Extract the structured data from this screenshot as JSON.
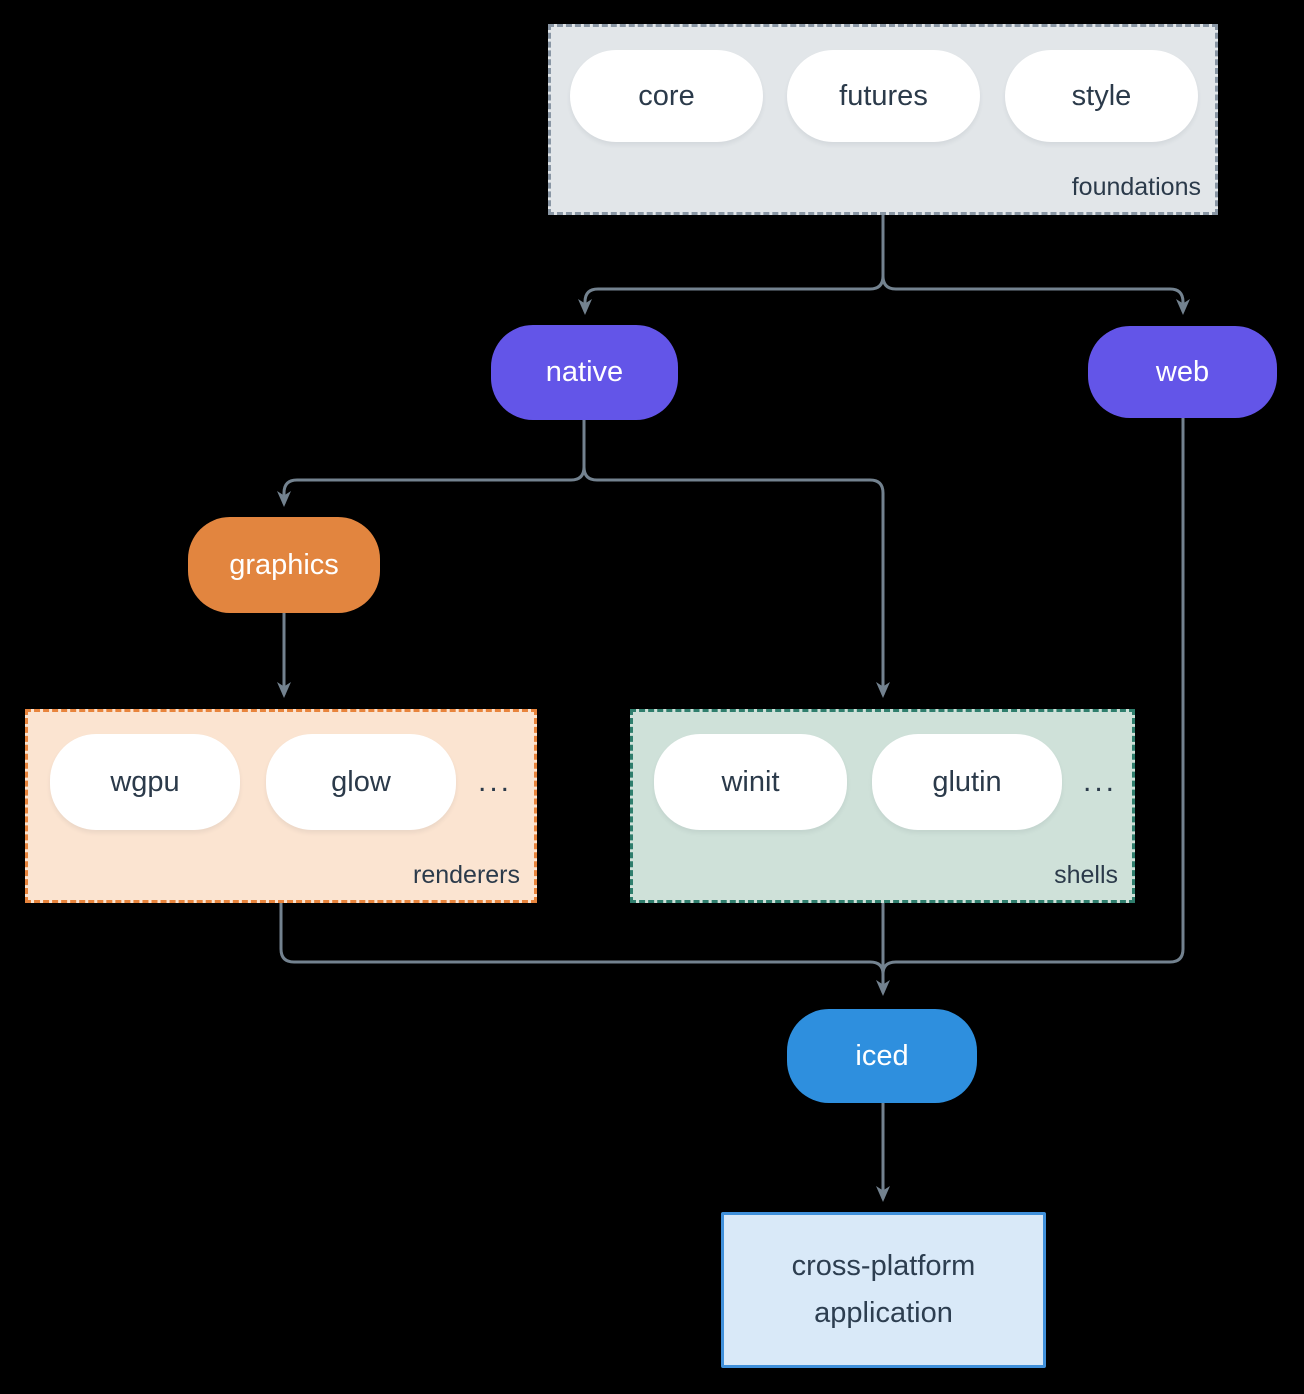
{
  "background_color": "#000000",
  "connector_color": "#73828f",
  "groups": {
    "foundations": {
      "label": "foundations",
      "pills": [
        "core",
        "futures",
        "style"
      ],
      "fill": "#e2e6e9",
      "border": "#8996a4"
    },
    "renderers": {
      "label": "renderers",
      "pills": [
        "wgpu",
        "glow"
      ],
      "ellipsis": "...",
      "fill": "#fbe4d1",
      "border": "#e8843c"
    },
    "shells": {
      "label": "shells",
      "pills": [
        "winit",
        "glutin"
      ],
      "ellipsis": "...",
      "fill": "#cfe1d9",
      "border": "#2f7e6d"
    }
  },
  "nodes": {
    "native": {
      "label": "native",
      "color": "#6355e8"
    },
    "web": {
      "label": "web",
      "color": "#6355e8"
    },
    "graphics": {
      "label": "graphics",
      "color": "#e2853f"
    },
    "iced": {
      "label": "iced",
      "color": "#2e8fde"
    },
    "application": {
      "line1": "cross-platform",
      "line2": "application",
      "fill": "#d9e9f8",
      "border": "#4090da"
    }
  },
  "edges": [
    "foundations -> native",
    "foundations -> web",
    "native -> graphics",
    "native -> shells",
    "graphics -> renderers",
    "renderers -> iced",
    "shells -> iced",
    "web -> iced",
    "iced -> cross-platform application"
  ]
}
